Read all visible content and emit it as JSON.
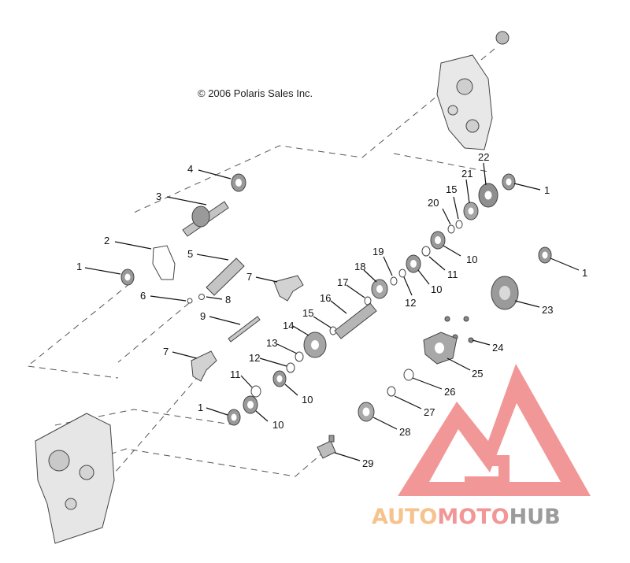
{
  "copyright": "© 2006 Polaris Sales Inc.",
  "callouts": [
    {
      "id": "c-4",
      "text": "4"
    },
    {
      "id": "c-3",
      "text": "3"
    },
    {
      "id": "c-2",
      "text": "2"
    },
    {
      "id": "c-1-left",
      "text": "1"
    },
    {
      "id": "c-5",
      "text": "5"
    },
    {
      "id": "c-6",
      "text": "6"
    },
    {
      "id": "c-7-top",
      "text": "7"
    },
    {
      "id": "c-8",
      "text": "8"
    },
    {
      "id": "c-9",
      "text": "9"
    },
    {
      "id": "c-7-bottom",
      "text": "7"
    },
    {
      "id": "c-13",
      "text": "13"
    },
    {
      "id": "c-14",
      "text": "14"
    },
    {
      "id": "c-12-lower",
      "text": "12"
    },
    {
      "id": "c-11-lower",
      "text": "11"
    },
    {
      "id": "c-10-lower",
      "text": "10"
    },
    {
      "id": "c-1-bottom",
      "text": "1"
    },
    {
      "id": "c-10-bottom",
      "text": "10"
    },
    {
      "id": "c-15-lower",
      "text": "15"
    },
    {
      "id": "c-16",
      "text": "16"
    },
    {
      "id": "c-17",
      "text": "17"
    },
    {
      "id": "c-18",
      "text": "18"
    },
    {
      "id": "c-19",
      "text": "19"
    },
    {
      "id": "c-12-upper",
      "text": "12"
    },
    {
      "id": "c-10-mid",
      "text": "10"
    },
    {
      "id": "c-11-upper",
      "text": "11"
    },
    {
      "id": "c-10-upper",
      "text": "10"
    },
    {
      "id": "c-20",
      "text": "20"
    },
    {
      "id": "c-15-upper",
      "text": "15"
    },
    {
      "id": "c-21",
      "text": "21"
    },
    {
      "id": "c-22",
      "text": "22"
    },
    {
      "id": "c-1-top-right",
      "text": "1"
    },
    {
      "id": "c-1-right",
      "text": "1"
    },
    {
      "id": "c-23",
      "text": "23"
    },
    {
      "id": "c-24",
      "text": "24"
    },
    {
      "id": "c-25",
      "text": "25"
    },
    {
      "id": "c-26",
      "text": "26"
    },
    {
      "id": "c-27",
      "text": "27"
    },
    {
      "id": "c-28",
      "text": "28"
    },
    {
      "id": "c-29",
      "text": "29"
    }
  ],
  "watermark": {
    "part1": "AUTO",
    "part2": "MOTO",
    "part3": "HUB",
    "color_orange": "#f5b87a",
    "color_red": "#f08585",
    "color_gray": "#8a8a8a"
  }
}
